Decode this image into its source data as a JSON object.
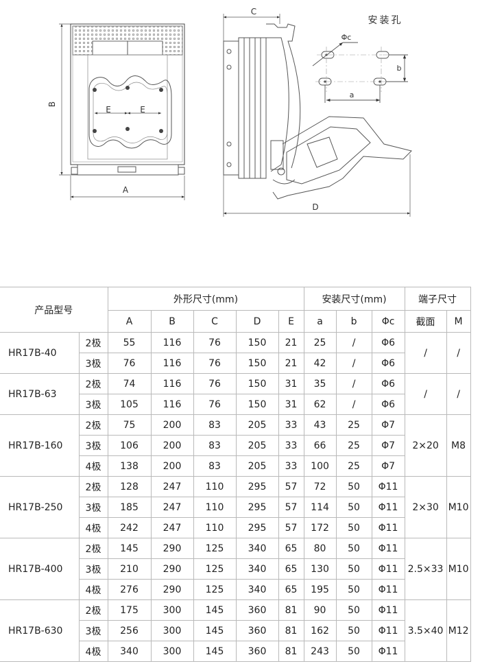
{
  "drawing": {
    "dim_labels": {
      "A": "A",
      "B": "B",
      "C": "C",
      "D": "D",
      "E1": "E",
      "E2": "E",
      "a": "a",
      "b": "b",
      "phi": "Φc"
    },
    "mount_title": "安装孔"
  },
  "table": {
    "header": {
      "model": "产品型号",
      "outer": "外形尺寸(mm)",
      "mount": "安装尺寸(mm)",
      "terminal": "端子尺寸",
      "cols": [
        "A",
        "B",
        "C",
        "D",
        "E",
        "a",
        "b",
        "Φc",
        "截面",
        "M"
      ]
    },
    "groups": [
      {
        "model": "HR17B-40",
        "section": "/",
        "m": "/",
        "rows": [
          {
            "pole": "2极",
            "A": "55",
            "B": "116",
            "C": "76",
            "D": "150",
            "E": "21",
            "a": "25",
            "b": "/",
            "phi": "Φ6"
          },
          {
            "pole": "3极",
            "A": "76",
            "B": "116",
            "C": "76",
            "D": "150",
            "E": "21",
            "a": "42",
            "b": "/",
            "phi": "Φ6"
          }
        ]
      },
      {
        "model": "HR17B-63",
        "section": "/",
        "m": "/",
        "rows": [
          {
            "pole": "2极",
            "A": "74",
            "B": "116",
            "C": "76",
            "D": "150",
            "E": "31",
            "a": "35",
            "b": "/",
            "phi": "Φ6"
          },
          {
            "pole": "3极",
            "A": "105",
            "B": "116",
            "C": "76",
            "D": "150",
            "E": "31",
            "a": "62",
            "b": "/",
            "phi": "Φ6"
          }
        ]
      },
      {
        "model": "HR17B-160",
        "section": "2×20",
        "m": "M8",
        "rows": [
          {
            "pole": "2极",
            "A": "75",
            "B": "200",
            "C": "83",
            "D": "205",
            "E": "33",
            "a": "43",
            "b": "25",
            "phi": "Φ7"
          },
          {
            "pole": "3极",
            "A": "106",
            "B": "200",
            "C": "83",
            "D": "205",
            "E": "33",
            "a": "66",
            "b": "25",
            "phi": "Φ7"
          },
          {
            "pole": "4极",
            "A": "138",
            "B": "200",
            "C": "83",
            "D": "205",
            "E": "33",
            "a": "100",
            "b": "25",
            "phi": "Φ7"
          }
        ]
      },
      {
        "model": "HR17B-250",
        "section": "2×30",
        "m": "M10",
        "rows": [
          {
            "pole": "2极",
            "A": "128",
            "B": "247",
            "C": "110",
            "D": "295",
            "E": "57",
            "a": "72",
            "b": "50",
            "phi": "Φ11"
          },
          {
            "pole": "3极",
            "A": "185",
            "B": "247",
            "C": "110",
            "D": "295",
            "E": "57",
            "a": "114",
            "b": "50",
            "phi": "Φ11"
          },
          {
            "pole": "4极",
            "A": "242",
            "B": "247",
            "C": "110",
            "D": "295",
            "E": "57",
            "a": "172",
            "b": "50",
            "phi": "Φ11"
          }
        ]
      },
      {
        "model": "HR17B-400",
        "section": "2.5×33",
        "m": "M10",
        "rows": [
          {
            "pole": "2极",
            "A": "145",
            "B": "290",
            "C": "125",
            "D": "340",
            "E": "65",
            "a": "80",
            "b": "50",
            "phi": "Φ11"
          },
          {
            "pole": "3极",
            "A": "210",
            "B": "290",
            "C": "125",
            "D": "340",
            "E": "65",
            "a": "130",
            "b": "50",
            "phi": "Φ11"
          },
          {
            "pole": "4极",
            "A": "276",
            "B": "290",
            "C": "125",
            "D": "340",
            "E": "65",
            "a": "195",
            "b": "50",
            "phi": "Φ11"
          }
        ]
      },
      {
        "model": "HR17B-630",
        "section": "3.5×40",
        "m": "M12",
        "rows": [
          {
            "pole": "2极",
            "A": "175",
            "B": "300",
            "C": "145",
            "D": "360",
            "E": "81",
            "a": "90",
            "b": "50",
            "phi": "Φ11"
          },
          {
            "pole": "3极",
            "A": "256",
            "B": "300",
            "C": "145",
            "D": "360",
            "E": "81",
            "a": "162",
            "b": "50",
            "phi": "Φ11"
          },
          {
            "pole": "4极",
            "A": "340",
            "B": "300",
            "C": "145",
            "D": "360",
            "E": "81",
            "a": "243",
            "b": "50",
            "phi": "Φ11"
          }
        ]
      }
    ]
  }
}
